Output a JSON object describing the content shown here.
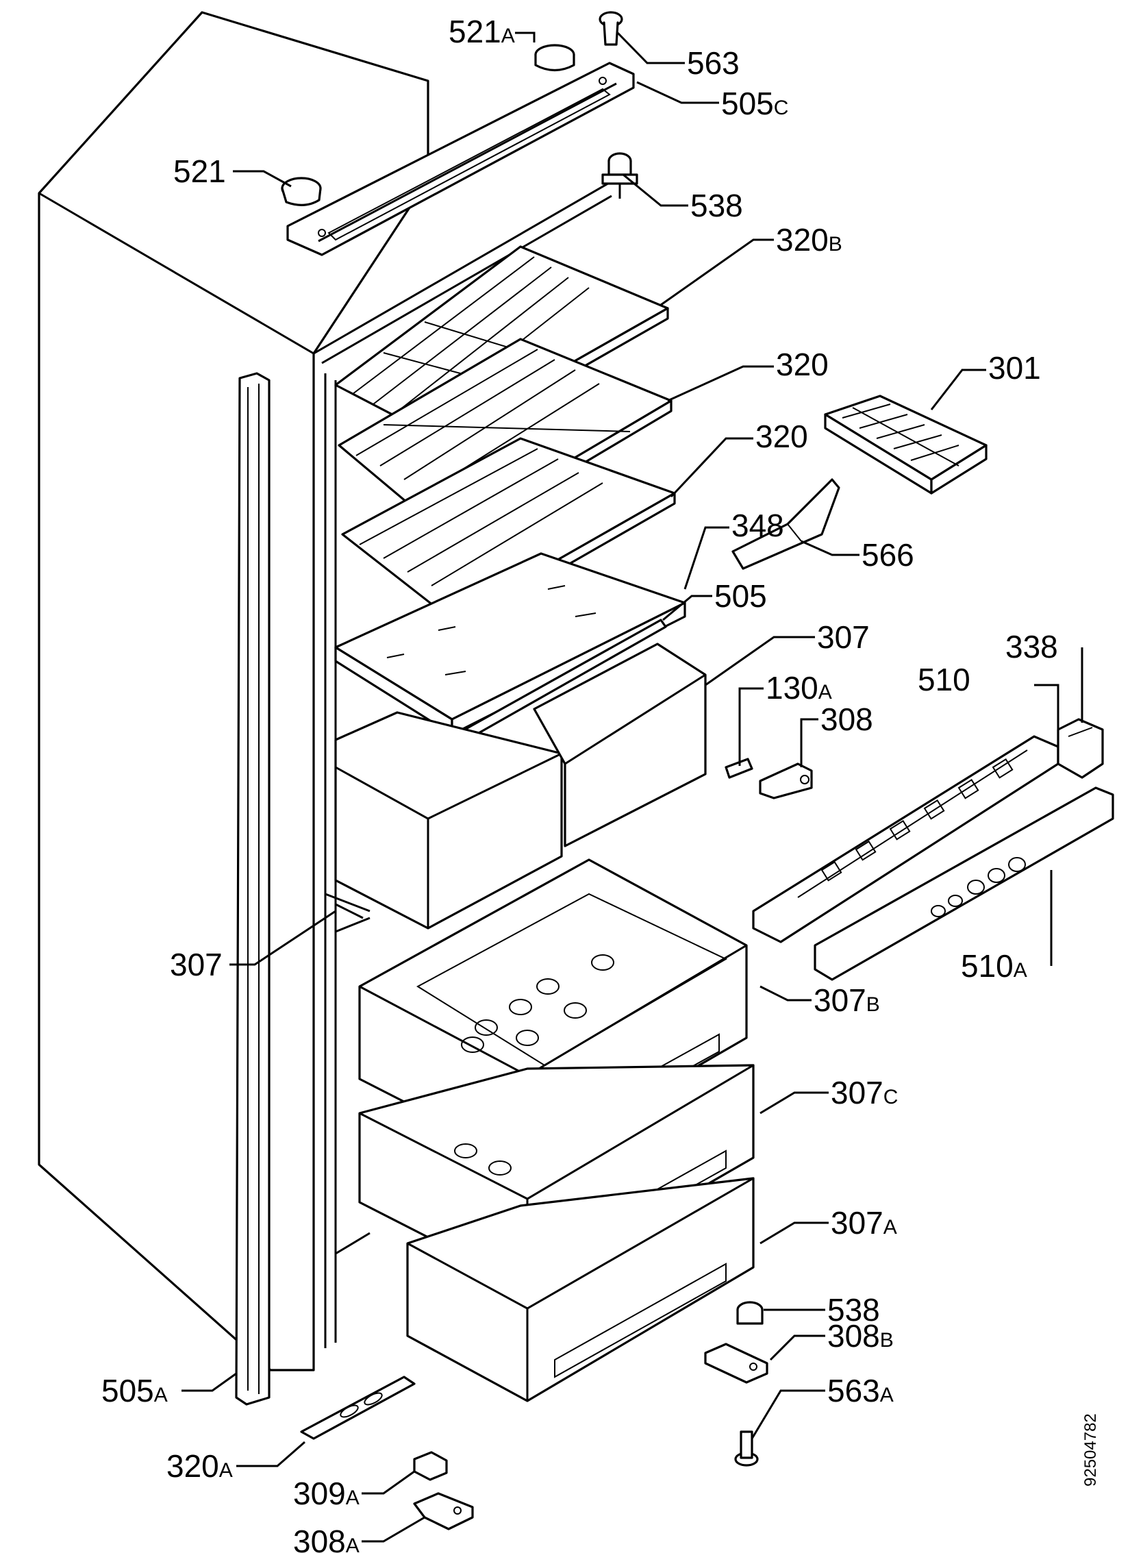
{
  "diagram": {
    "drawing_number": "92504782",
    "callouts": [
      {
        "id": "c521A",
        "num": "521",
        "suffix": "A"
      },
      {
        "id": "c563",
        "num": "563",
        "suffix": ""
      },
      {
        "id": "c505C",
        "num": "505",
        "suffix": "C"
      },
      {
        "id": "c521",
        "num": "521",
        "suffix": ""
      },
      {
        "id": "c538top",
        "num": "538",
        "suffix": ""
      },
      {
        "id": "c320B",
        "num": "320",
        "suffix": "B"
      },
      {
        "id": "c320a",
        "num": "320",
        "suffix": ""
      },
      {
        "id": "c301",
        "num": "301",
        "suffix": ""
      },
      {
        "id": "c320b",
        "num": "320",
        "suffix": ""
      },
      {
        "id": "c348",
        "num": "348",
        "suffix": ""
      },
      {
        "id": "c566",
        "num": "566",
        "suffix": ""
      },
      {
        "id": "c505",
        "num": "505",
        "suffix": ""
      },
      {
        "id": "c307top",
        "num": "307",
        "suffix": ""
      },
      {
        "id": "c338",
        "num": "338",
        "suffix": ""
      },
      {
        "id": "c510",
        "num": "510",
        "suffix": ""
      },
      {
        "id": "c130A",
        "num": "130",
        "suffix": "A"
      },
      {
        "id": "c308",
        "num": "308",
        "suffix": ""
      },
      {
        "id": "c307left",
        "num": "307",
        "suffix": ""
      },
      {
        "id": "c307B",
        "num": "307",
        "suffix": "B"
      },
      {
        "id": "c510A",
        "num": "510",
        "suffix": "A"
      },
      {
        "id": "c307C",
        "num": "307",
        "suffix": "C"
      },
      {
        "id": "c307A",
        "num": "307",
        "suffix": "A"
      },
      {
        "id": "c538bot",
        "num": "538",
        "suffix": ""
      },
      {
        "id": "c308B",
        "num": "308",
        "suffix": "B"
      },
      {
        "id": "c563A",
        "num": "563",
        "suffix": "A"
      },
      {
        "id": "c505A",
        "num": "505",
        "suffix": "A"
      },
      {
        "id": "c320A",
        "num": "320",
        "suffix": "A"
      },
      {
        "id": "c309A",
        "num": "309",
        "suffix": "A"
      },
      {
        "id": "c308A",
        "num": "308",
        "suffix": "A"
      }
    ]
  }
}
